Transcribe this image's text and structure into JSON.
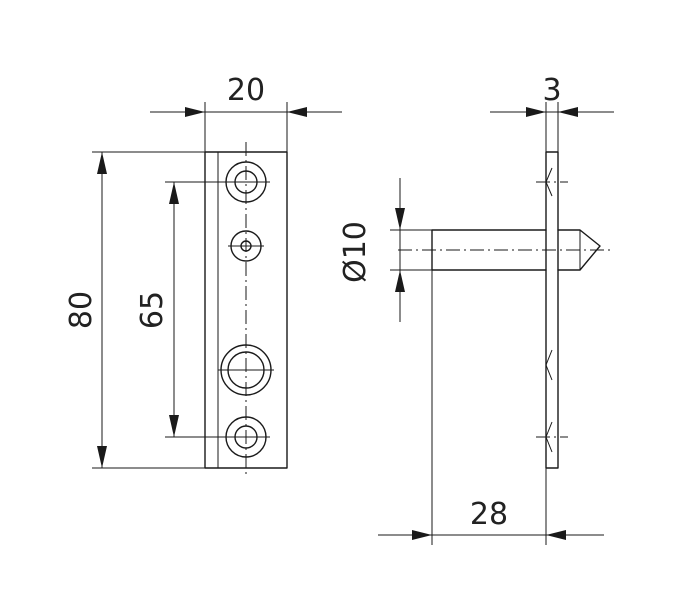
{
  "dimensions": {
    "width": "20",
    "thickness": "3",
    "diameter": "Ø10",
    "height": "80",
    "hole_spacing": "65",
    "pin_length": "28"
  }
}
